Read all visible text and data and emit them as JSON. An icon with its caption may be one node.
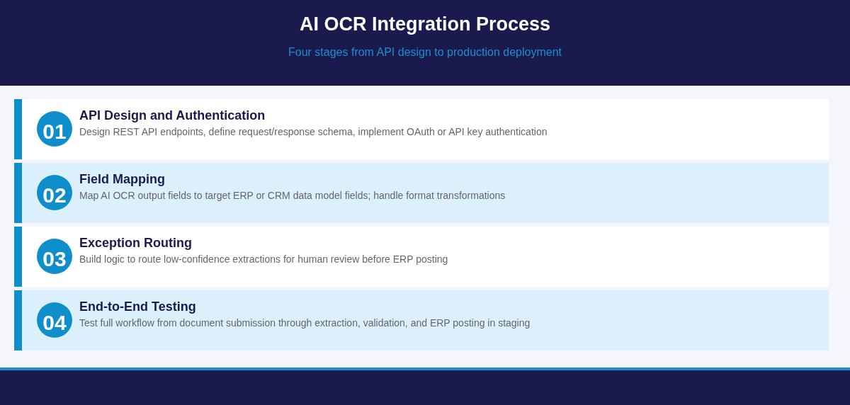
{
  "diagram": {
    "title": "AI OCR Integration Process",
    "nodes": [
      {
        "text": [
          "API Design and Authentication",
          "Design REST API endpoints, define request/response schema, implement OAuth or API key authentication"
        ]
      },
      {
        "text": [
          "01"
        ],
        "in": 0
      },
      {
        "text": [
          "Field Mapping",
          "Map AI OCR output fields to target ERP or CRM data model fields; handle format transformations"
        ]
      },
      {
        "text": [
          "02"
        ],
        "in": 2
      },
      {
        "text": [
          "Exception Routing",
          "Build logic to route low-confidence extractions for human review before ERP posting"
        ]
      },
      {
        "text": [
          "03"
        ],
        "in": 4
      },
      {
        "text": [
          "End-to-End Testing",
          "Test full workflow from document submission through extraction, validation, and ERP posting in staging"
        ]
      },
      {
        "text": [
          "04"
        ],
        "in": 6
      }
    ],
    "labels": [
      "Four stages from API design to production deployment"
    ]
  }
}
